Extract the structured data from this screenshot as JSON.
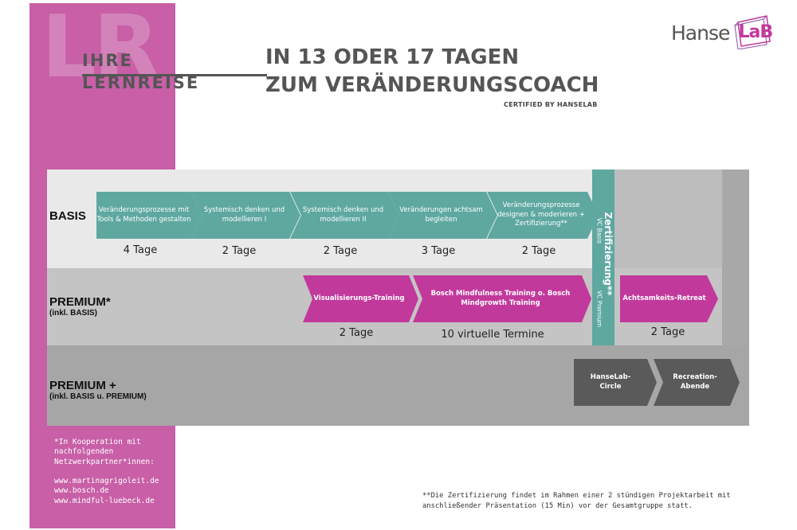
{
  "header": {
    "monogram": "LR",
    "subtitle_line1": "IHRE",
    "subtitle_line2": "LERNREISE",
    "title_line1": "IN 13 ODER 17 TAGEN",
    "title_line2": "ZUM VERÄNDERUNGSCOACH",
    "certified": "CERTIFIED BY HANSELAB"
  },
  "logo": {
    "text_left": "Hanse",
    "text_right": "LaB",
    "icon": "cube-outline-icon"
  },
  "tiers": {
    "basis": {
      "label": "BASIS",
      "steps": [
        {
          "label": "Veränderungsprozesse mit Tools & Methoden gestalten",
          "days": "4 Tage"
        },
        {
          "label": "Systemisch denken und modellieren I",
          "days": "2 Tage"
        },
        {
          "label": "Systemisch denken und modellieren II",
          "days": "2 Tage"
        },
        {
          "label": "Veränderungen achtsam begleiten",
          "days": "3 Tage"
        },
        {
          "label": "Veränderungsprozesse designen & moderieren + Zertifizierung**",
          "days": "2 Tage"
        }
      ]
    },
    "premium": {
      "label": "PREMIUM*",
      "sublabel": "(inkl. BASIS)",
      "steps": [
        {
          "label": "Visualisierungs-Training",
          "days": "2 Tage"
        },
        {
          "label": "Bosch Mindfulness Training o. Bosch Mindgrowth Training",
          "days": "10 virtuelle Termine"
        },
        {
          "label": "Achtsamkeits-Retreat",
          "days": "2 Tage"
        }
      ]
    },
    "premium_plus": {
      "label": "PREMIUM +",
      "sublabel": "(inkl. BASIS u. PREMIUM)",
      "steps": [
        {
          "label": "HanseLab-Circle"
        },
        {
          "label": "Recreation-Abende"
        }
      ]
    }
  },
  "certification": {
    "heading": "Zertifizierung**",
    "basis_label": "VC Basis",
    "premium_label": "VC Premium"
  },
  "sidebar": {
    "cooperation": "*In Kooperation mit nachfolgenden Netzwerkpartner*innen:",
    "links": [
      "www.martinagrigoleit.de",
      "www.bosch.de",
      "www.mindful-luebeck.de"
    ]
  },
  "footnote": "**Die Zertifizierung findet im Rahmen einer 2 stündigen Projektarbeit mit anschließender Präsentation (15 Min) vor der Gesamtgruppe statt.",
  "colors": {
    "pink_panel": "#c85fa7",
    "teal": "#5ea8a0",
    "magenta": "#c2399c",
    "dark_arrow": "#5a5a5a",
    "text_grey": "#555555"
  }
}
